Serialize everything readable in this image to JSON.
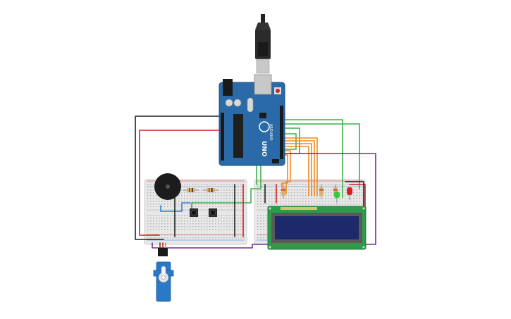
{
  "canvas": {
    "background": "#ffffff"
  },
  "arduino": {
    "model_label": "UNO",
    "brand_label": "ARDUINO",
    "board_color": "#2a6aa8",
    "icon": "arduino-uno-icon"
  },
  "usb_cable": {
    "icon": "usb-plug-icon"
  },
  "wire_colors": {
    "black": "#222222",
    "red": "#d42020",
    "green": "#3cb04a",
    "orange": "#f08a1c",
    "purple": "#7a2b8c",
    "blue": "#2f7fd8"
  },
  "breadboards": [
    {
      "name": "left",
      "icon": "breadboard-icon"
    },
    {
      "name": "right",
      "icon": "breadboard-icon"
    }
  ],
  "components": {
    "buzzer": {
      "icon": "piezo-buzzer-icon"
    },
    "buttons": [
      "pushbutton-icon",
      "pushbutton-icon"
    ],
    "resistors": [
      "resistor-icon",
      "resistor-icon",
      "resistor-icon",
      "resistor-icon",
      "resistor-icon"
    ],
    "leds": [
      {
        "icon": "led-icon",
        "color": "#37c837"
      },
      {
        "icon": "led-icon",
        "color": "#d82020"
      }
    ],
    "lcd": {
      "icon": "lcd-16x2-icon",
      "pcb_color": "#2f9a4a",
      "screen_color": "#1c2a6b"
    },
    "servo": {
      "icon": "servo-motor-icon",
      "body_color": "#2a78c8"
    }
  }
}
